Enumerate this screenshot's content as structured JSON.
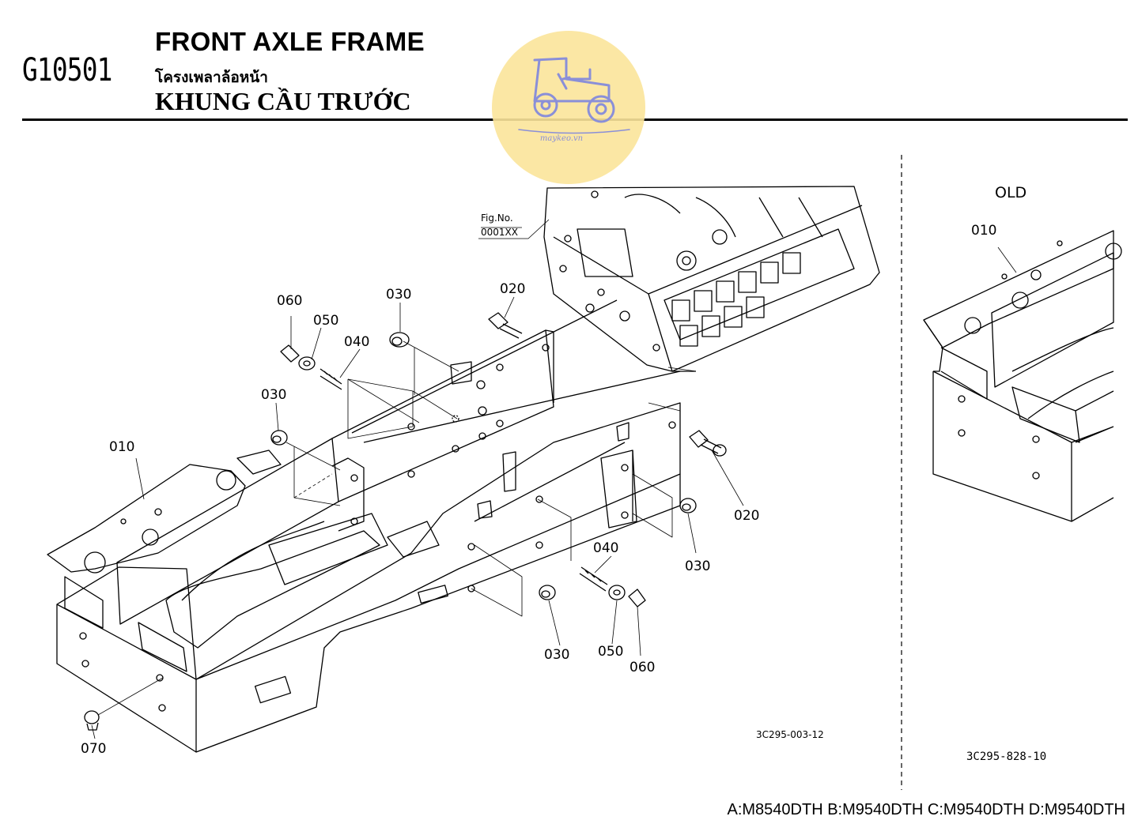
{
  "header": {
    "page_code": "G10501",
    "title_en": "FRONT AXLE FRAME",
    "title_th": "โครงเพลาล้อหน้า",
    "title_vi": "KHUNG CẦU TRƯỚC"
  },
  "watermark": {
    "text": "maykeo.vn",
    "icon": "tractor-icon",
    "color": "#fbe49a"
  },
  "diagram_main": {
    "fig_no_label": "Fig.No.",
    "fig_no_value": "0001XX",
    "part_labels": {
      "p010": "010",
      "p020_top": "020",
      "p020_right": "020",
      "p030_top": "030",
      "p030_left": "030",
      "p030_right": "030",
      "p030_bottom": "030",
      "p040_top": "040",
      "p040_bottom": "040",
      "p050_top": "050",
      "p050_bottom": "050",
      "p060_top": "060",
      "p060_bottom": "060",
      "p070": "070"
    },
    "drawing_ref": "3C295-003-12"
  },
  "diagram_old": {
    "title": "OLD",
    "part_label": "010",
    "drawing_ref": "3C295-828-10"
  },
  "footer": {
    "models": "A:M8540DTH B:M9540DTH C:M9540DTH D:M9540DTH"
  }
}
